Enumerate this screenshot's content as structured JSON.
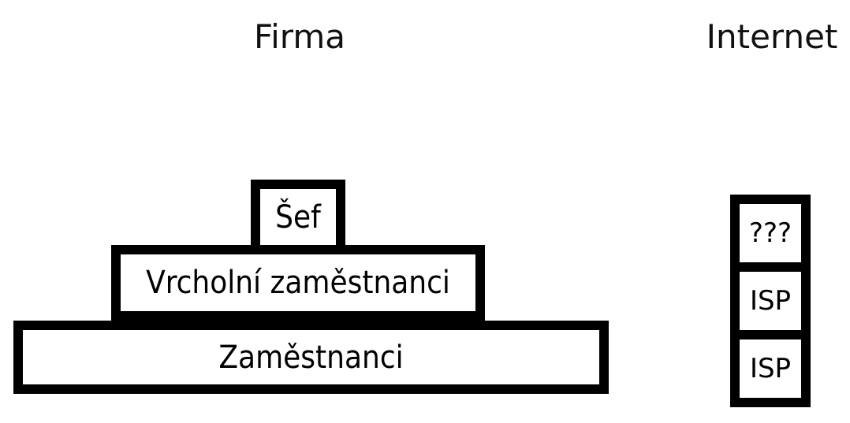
{
  "diagram": {
    "title_left": "Firma",
    "title_right": "Internet",
    "pyramid": {
      "levels": [
        {
          "label": "Šef",
          "rank": 1
        },
        {
          "label": "Vrcholní zaměstnanci",
          "rank": 2
        },
        {
          "label": "Zaměstnanci",
          "rank": 3
        }
      ]
    },
    "internet_stack": {
      "cells": [
        {
          "label": "???"
        },
        {
          "label": "ISP"
        },
        {
          "label": "ISP"
        }
      ]
    },
    "colors": {
      "background": "#ffffff",
      "stroke": "#000000",
      "fill": "#ffffff",
      "text": "#000000"
    }
  }
}
